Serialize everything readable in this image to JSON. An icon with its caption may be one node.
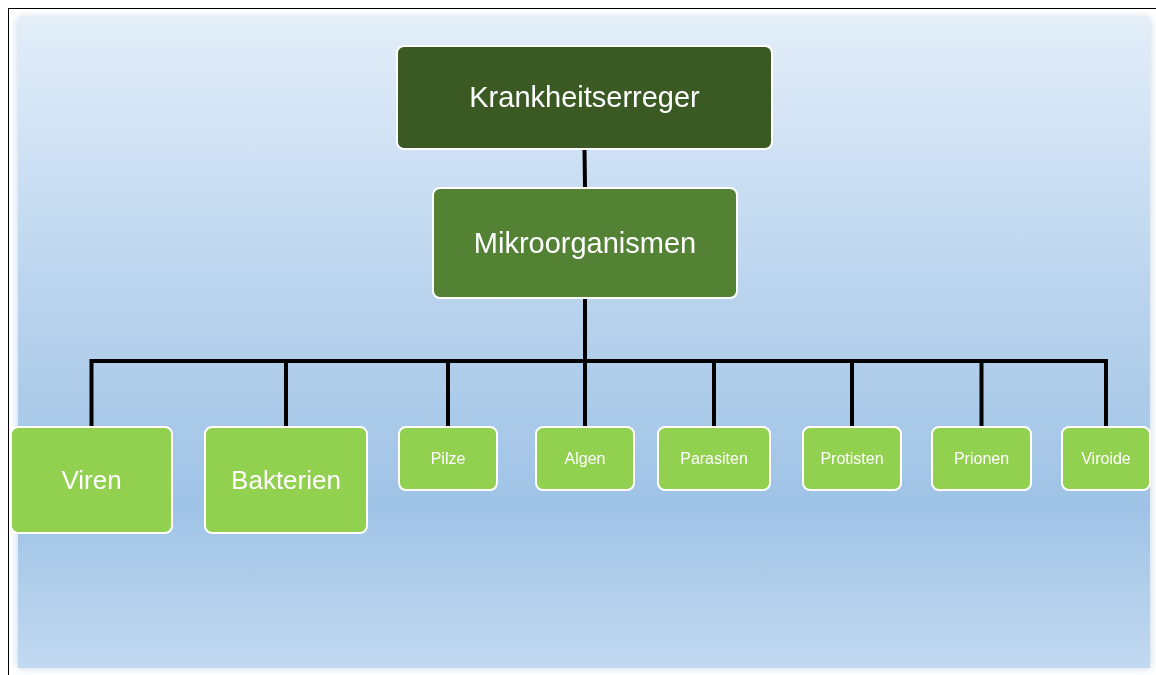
{
  "diagram": {
    "nodes": [
      {
        "text": [
          "Krankheitserreger"
        ]
      },
      {
        "text": [
          "Mikroorganismen"
        ]
      },
      {
        "text": [
          "Viren"
        ]
      },
      {
        "text": [
          "Bakterien"
        ]
      },
      {
        "text": [
          "Pilze"
        ]
      },
      {
        "text": [
          "Algen"
        ]
      },
      {
        "text": [
          "Parasiten"
        ]
      },
      {
        "text": [
          "Protisten"
        ]
      },
      {
        "text": [
          "Prionen"
        ]
      },
      {
        "text": [
          "Viroide"
        ]
      }
    ],
    "edges": [
      {
        "from": 0,
        "to": 1,
        "arrow": "none"
      },
      {
        "from": 1,
        "to": 2,
        "arrow": "none"
      },
      {
        "from": 1,
        "to": 3,
        "arrow": "none"
      },
      {
        "from": 1,
        "to": 4,
        "arrow": "none"
      },
      {
        "from": 1,
        "to": 5,
        "arrow": "none"
      },
      {
        "from": 1,
        "to": 6,
        "arrow": "none"
      },
      {
        "from": 1,
        "to": 7,
        "arrow": "none"
      },
      {
        "from": 1,
        "to": 8,
        "arrow": "none"
      },
      {
        "from": 1,
        "to": 9,
        "arrow": "none"
      }
    ]
  }
}
